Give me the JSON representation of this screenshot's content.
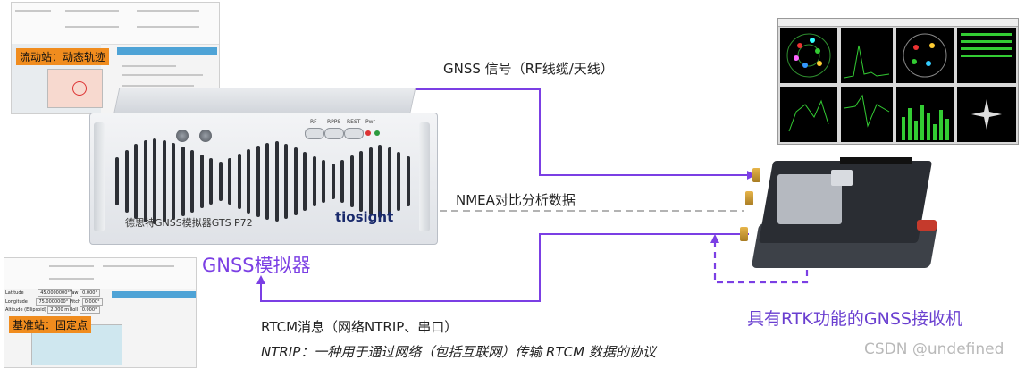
{
  "labels": {
    "gnss_signal": "GNSS 信号（RF线缆/天线）",
    "nmea": "NMEA对比分析数据",
    "rtcm": "RTCM消息（网络NTRIP、串口）",
    "ntrip_note": "NTRIP：一种用于通过网络（包括互联网）传输 RTCM 数据的协议",
    "simulator_caption": "GNSS模拟器",
    "receiver_caption": "具有RTK功能的GNSS接收机",
    "watermark": "CSDN @undefined"
  },
  "simulator_device": {
    "brand_label": "德思特GNSS模拟器GTS P72",
    "logo_text": "tiosight",
    "button_labels": [
      "RF",
      "RPPS",
      "REST",
      "Pwr"
    ]
  },
  "thumbnails": {
    "dynamic_station_tag": "流动站：动态轨迹",
    "base_station_tag": "基准站：固定点",
    "field_labels": [
      "Latitude",
      "Longitude",
      "Altitude (Ellipsoid)",
      "Yaw",
      "Pitch",
      "Roll"
    ],
    "field_values": [
      "45.0000000°",
      "75.0000000°",
      "2.000 m",
      "0.000°",
      "0.000°",
      "0.000°"
    ]
  },
  "colors": {
    "flow_line": "#7b3fe4",
    "dashed_line": "#9a9a9a",
    "caption_purple": "#7b3fe4",
    "tag_orange": "#f08c1e"
  }
}
